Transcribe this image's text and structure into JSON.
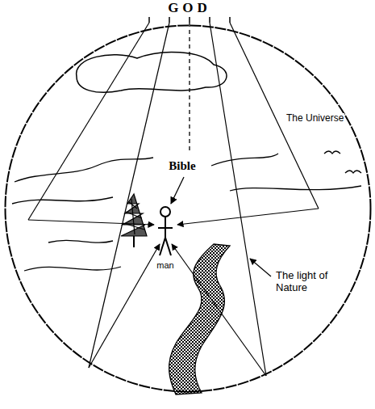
{
  "diagram": {
    "nodes": [
      {
        "text": [
          "The Universe"
        ]
      }
    ],
    "labels": [
      "GOD",
      "Bible",
      "The light of Nature",
      "man"
    ]
  }
}
